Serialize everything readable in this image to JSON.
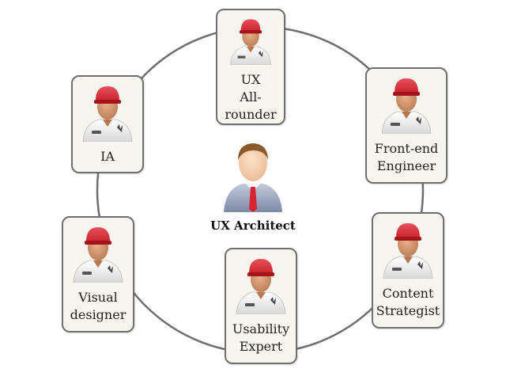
{
  "center": {
    "label": "UX Architect",
    "icon": "architect-person-icon"
  },
  "roles": [
    {
      "key": "ux-all-rounder",
      "label": "UX\nAll-rounder",
      "icon": "worker-red-cap-icon"
    },
    {
      "key": "front-end-engineer",
      "label": "Front-end\nEngineer",
      "icon": "worker-red-cap-icon"
    },
    {
      "key": "content-strategist",
      "label": "Content\nStrategist",
      "icon": "worker-red-cap-icon"
    },
    {
      "key": "usability-expert",
      "label": "Usability\nExpert",
      "icon": "worker-red-cap-icon"
    },
    {
      "key": "visual-designer",
      "label": "Visual\ndesigner",
      "icon": "worker-red-cap-icon"
    },
    {
      "key": "ia",
      "label": "IA",
      "icon": "worker-red-cap-icon"
    }
  ],
  "colors": {
    "ring": "#6f6f6f",
    "card_bg": "#f6f5ee",
    "cap": "#c8202a",
    "tie": "#d62430",
    "suit": "#9aa7bf",
    "hair": "#8a5a2b"
  }
}
